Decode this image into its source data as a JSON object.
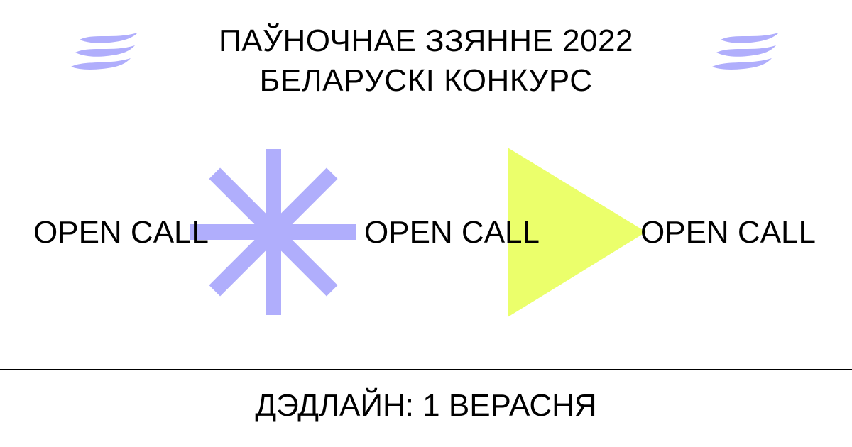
{
  "header": {
    "line1": "ПАЎНОЧНАЕ ЗЗЯННЕ 2022",
    "line2": "БЕЛАРУСКІ КОНКУРС"
  },
  "open_call": {
    "labels": [
      "OPEN CALL",
      "OPEN CALL",
      "OPEN CALL"
    ]
  },
  "footer": {
    "deadline": "ДЭДЛАЙН: 1 ВЕРАСНЯ"
  },
  "colors": {
    "accent_purple": "#b0aefc",
    "accent_lime": "#ebff6b",
    "text": "#000000",
    "background": "#ffffff"
  },
  "icons": {
    "left_decoration": "wave-icon",
    "right_decoration": "wave-icon",
    "asterisk": "asterisk-star-icon",
    "triangle": "play-triangle-icon"
  }
}
